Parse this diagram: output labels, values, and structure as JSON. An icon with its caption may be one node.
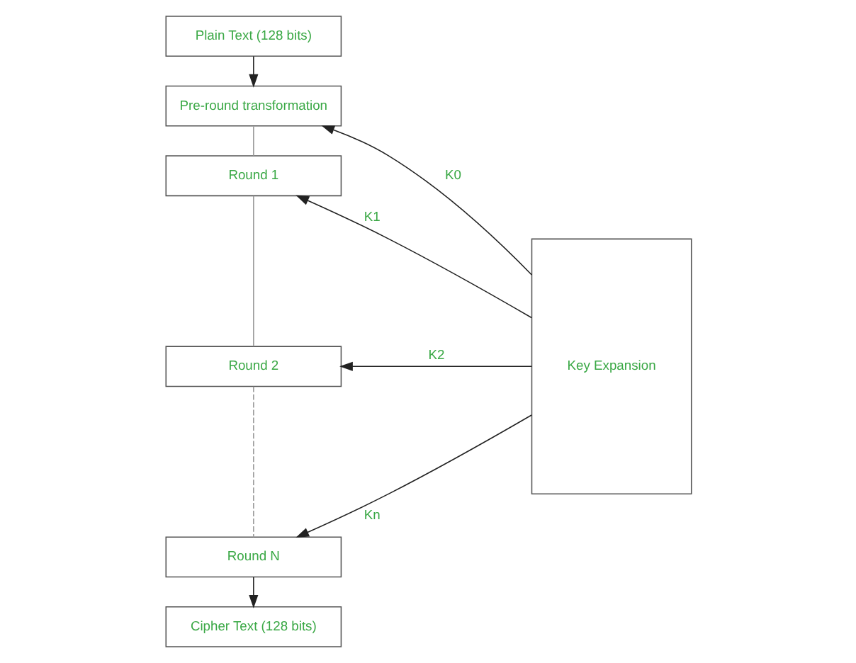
{
  "diagram": {
    "nodes": [
      {
        "text": [
          "Plain Text (128 bits)"
        ]
      },
      {
        "text": [
          "Pre-round transformation"
        ]
      },
      {
        "text": [
          "Round 1"
        ]
      },
      {
        "text": [
          "Round 2"
        ]
      },
      {
        "text": [
          "Round N"
        ]
      },
      {
        "text": [
          "Cipher Text (128 bits)"
        ]
      },
      {
        "text": [
          "Key Expansion"
        ]
      }
    ],
    "edges": [
      {
        "from": 0,
        "to": 1,
        "arrow": "to"
      },
      {
        "from": 1,
        "to": 2,
        "arrow": "none",
        "color": "#999999"
      },
      {
        "from": 2,
        "to": 3,
        "arrow": "none",
        "color": "#999999"
      },
      {
        "from": 3,
        "to": 4,
        "arrow": "none",
        "style": "dashed",
        "color": "#999999"
      },
      {
        "from": 4,
        "to": 5,
        "arrow": "to"
      },
      {
        "from": 6,
        "to": 1,
        "arrow": "to",
        "label": "K0"
      },
      {
        "from": 6,
        "to": 2,
        "arrow": "to",
        "label": "K1"
      },
      {
        "from": 6,
        "to": 3,
        "arrow": "to",
        "label": "K2"
      },
      {
        "from": 6,
        "to": 4,
        "arrow": "to",
        "label": "Kn"
      }
    ]
  }
}
